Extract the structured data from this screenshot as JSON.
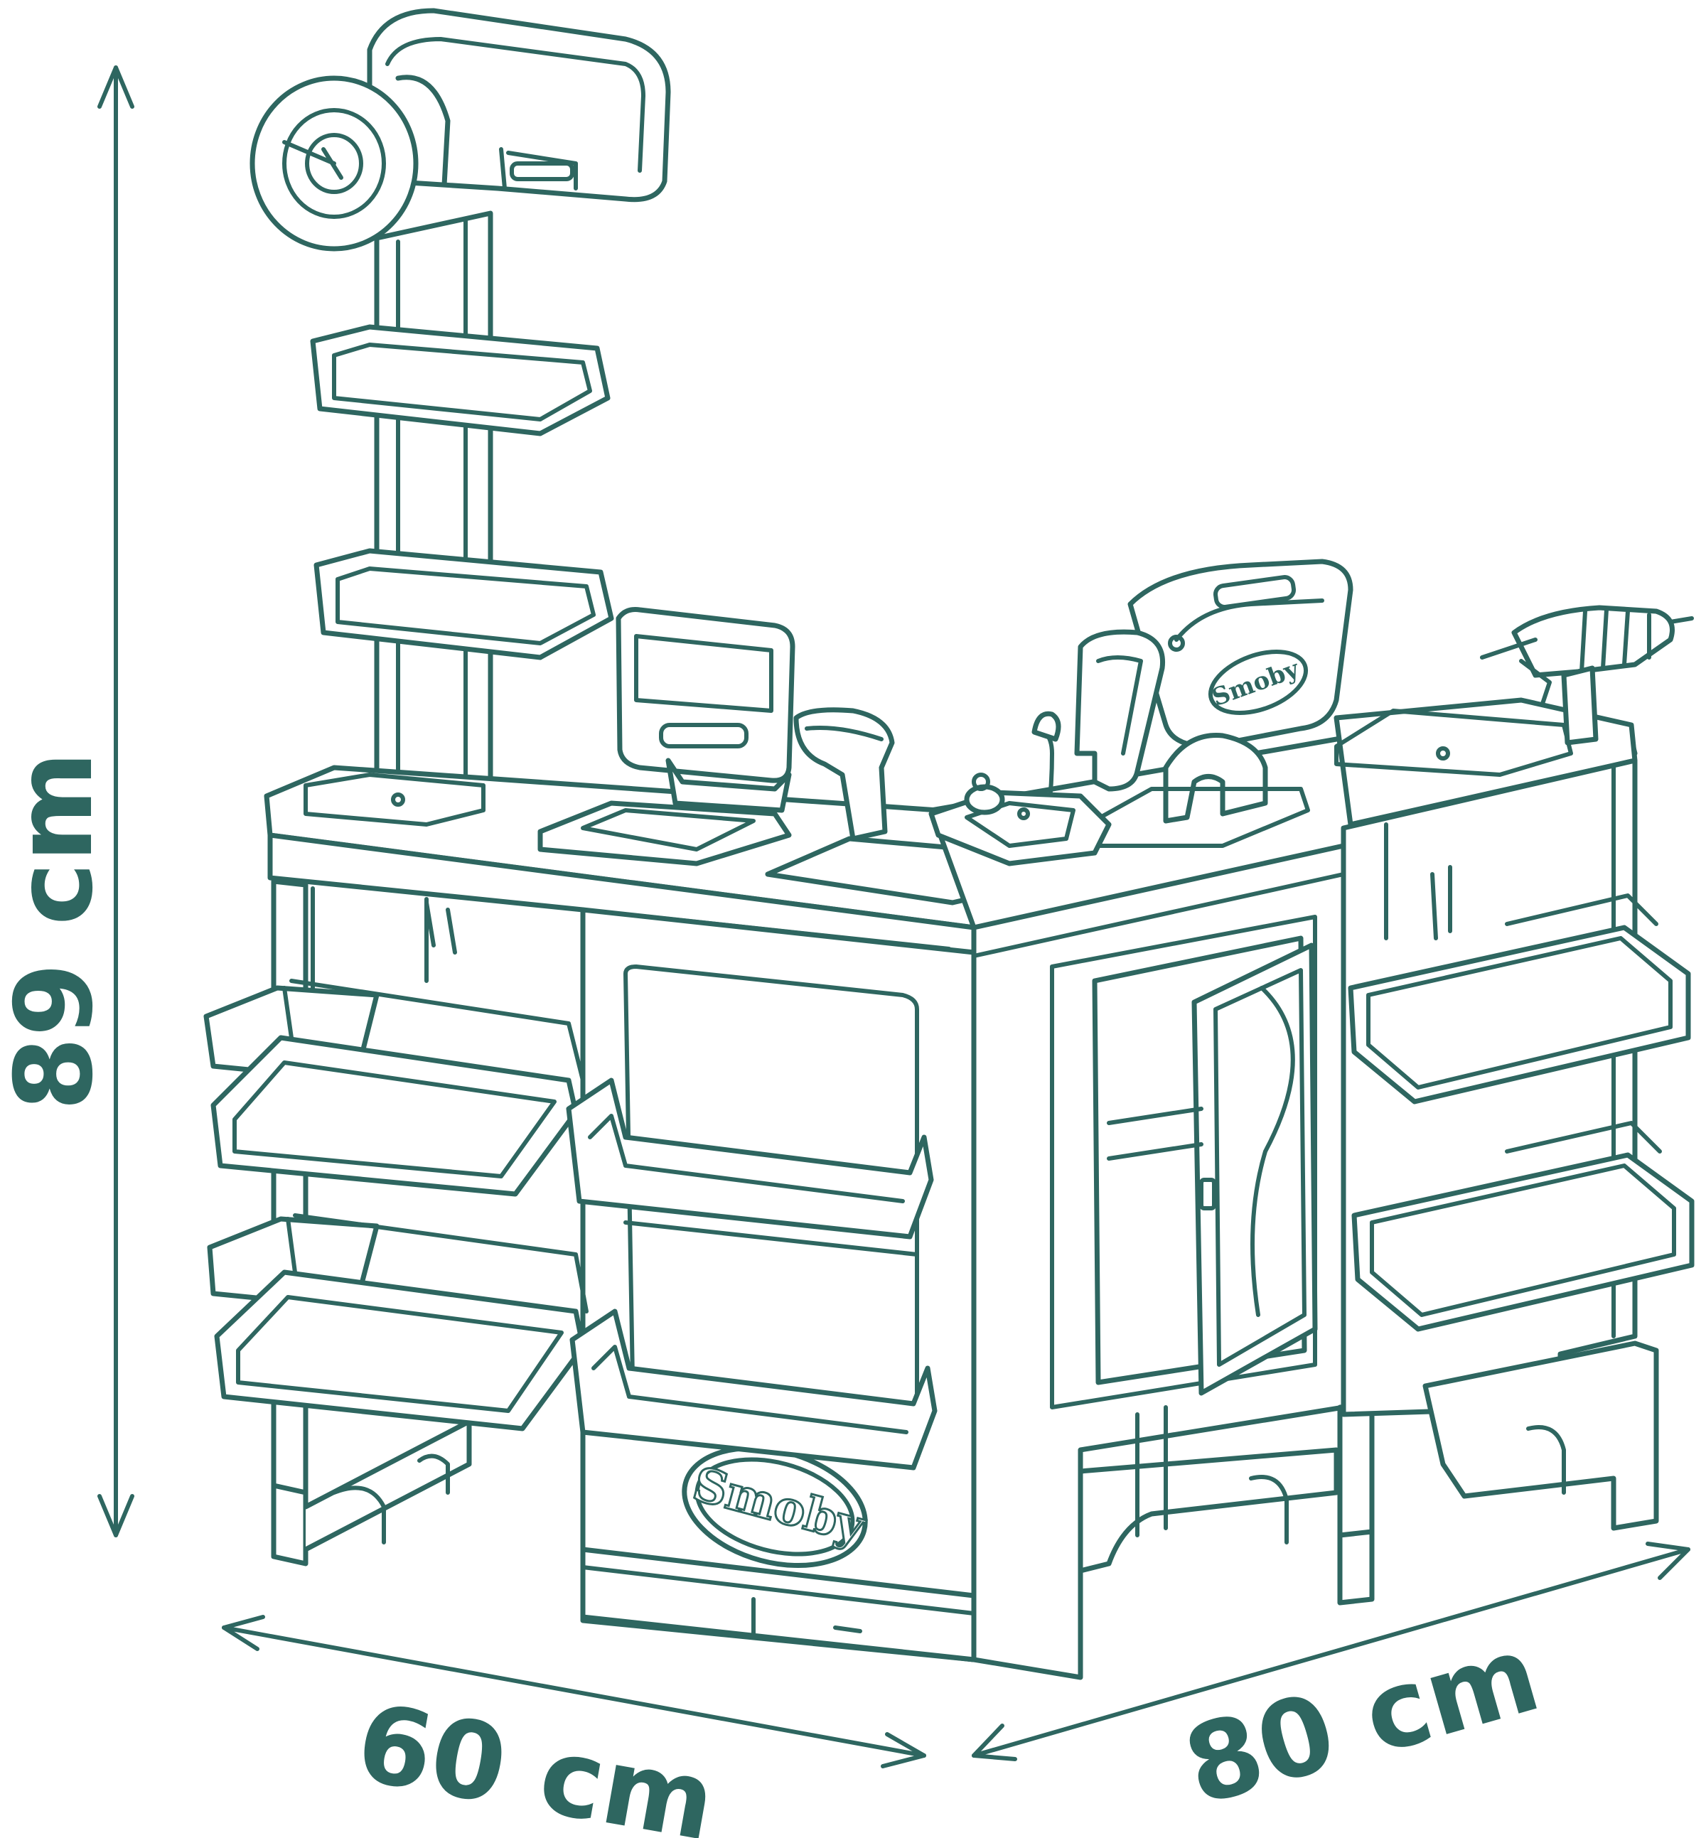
{
  "diagram": {
    "dimensions": {
      "height": "89 cm",
      "width": "60 cm",
      "depth": "80 cm"
    },
    "brand": {
      "logo_text": "Smoby",
      "monitor_logo_text": "Smoby"
    },
    "colors": {
      "ink": "#2e6660",
      "background": "#ffffff"
    }
  }
}
